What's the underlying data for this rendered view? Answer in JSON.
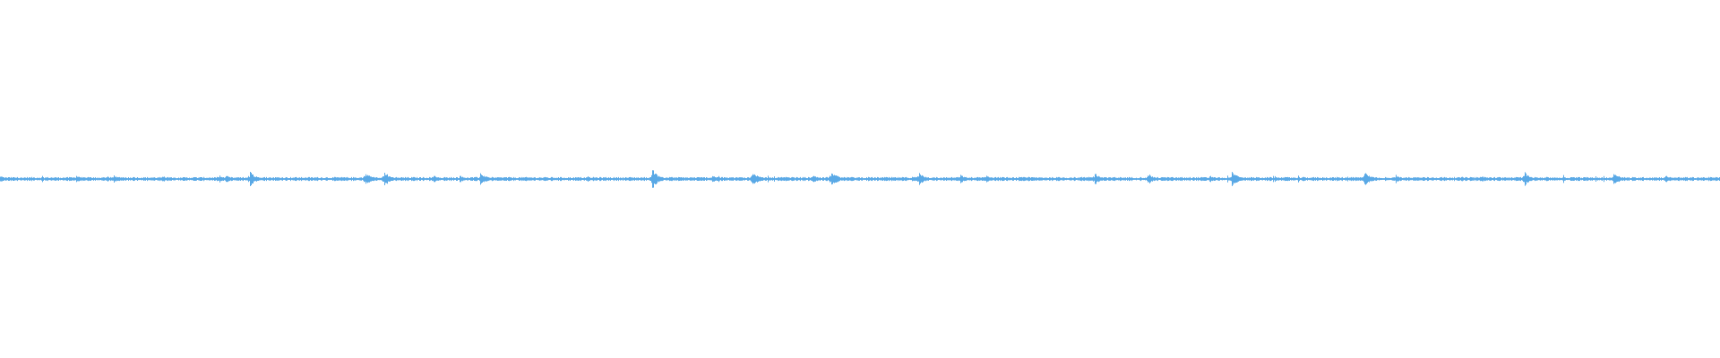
{
  "waveform": {
    "color": "#5aa9e6",
    "background": "#ffffff",
    "transients": [
      {
        "t": 0.0,
        "amp": 0.3
      },
      {
        "t": 0.044,
        "amp": 0.35
      },
      {
        "t": 0.066,
        "amp": 0.4
      },
      {
        "t": 0.094,
        "amp": 0.35
      },
      {
        "t": 0.131,
        "amp": 0.4
      },
      {
        "t": 0.145,
        "amp": 0.8
      },
      {
        "t": 0.212,
        "amp": 0.7
      },
      {
        "t": 0.223,
        "amp": 0.8
      },
      {
        "t": 0.252,
        "amp": 0.35
      },
      {
        "t": 0.267,
        "amp": 0.35
      },
      {
        "t": 0.279,
        "amp": 0.65
      },
      {
        "t": 0.379,
        "amp": 1.0
      },
      {
        "t": 0.414,
        "amp": 0.35
      },
      {
        "t": 0.437,
        "amp": 0.85
      },
      {
        "t": 0.472,
        "amp": 0.4
      },
      {
        "t": 0.483,
        "amp": 0.85
      },
      {
        "t": 0.534,
        "amp": 0.65
      },
      {
        "t": 0.558,
        "amp": 0.45
      },
      {
        "t": 0.573,
        "amp": 0.35
      },
      {
        "t": 0.636,
        "amp": 0.65
      },
      {
        "t": 0.667,
        "amp": 0.55
      },
      {
        "t": 0.703,
        "amp": 0.35
      },
      {
        "t": 0.716,
        "amp": 0.8
      },
      {
        "t": 0.793,
        "amp": 0.8
      },
      {
        "t": 0.811,
        "amp": 0.45
      },
      {
        "t": 0.861,
        "amp": 0.35
      },
      {
        "t": 0.886,
        "amp": 0.75
      },
      {
        "t": 0.938,
        "amp": 0.7
      },
      {
        "t": 0.968,
        "amp": 0.4
      },
      {
        "t": 1.0,
        "amp": 0.3
      }
    ]
  }
}
